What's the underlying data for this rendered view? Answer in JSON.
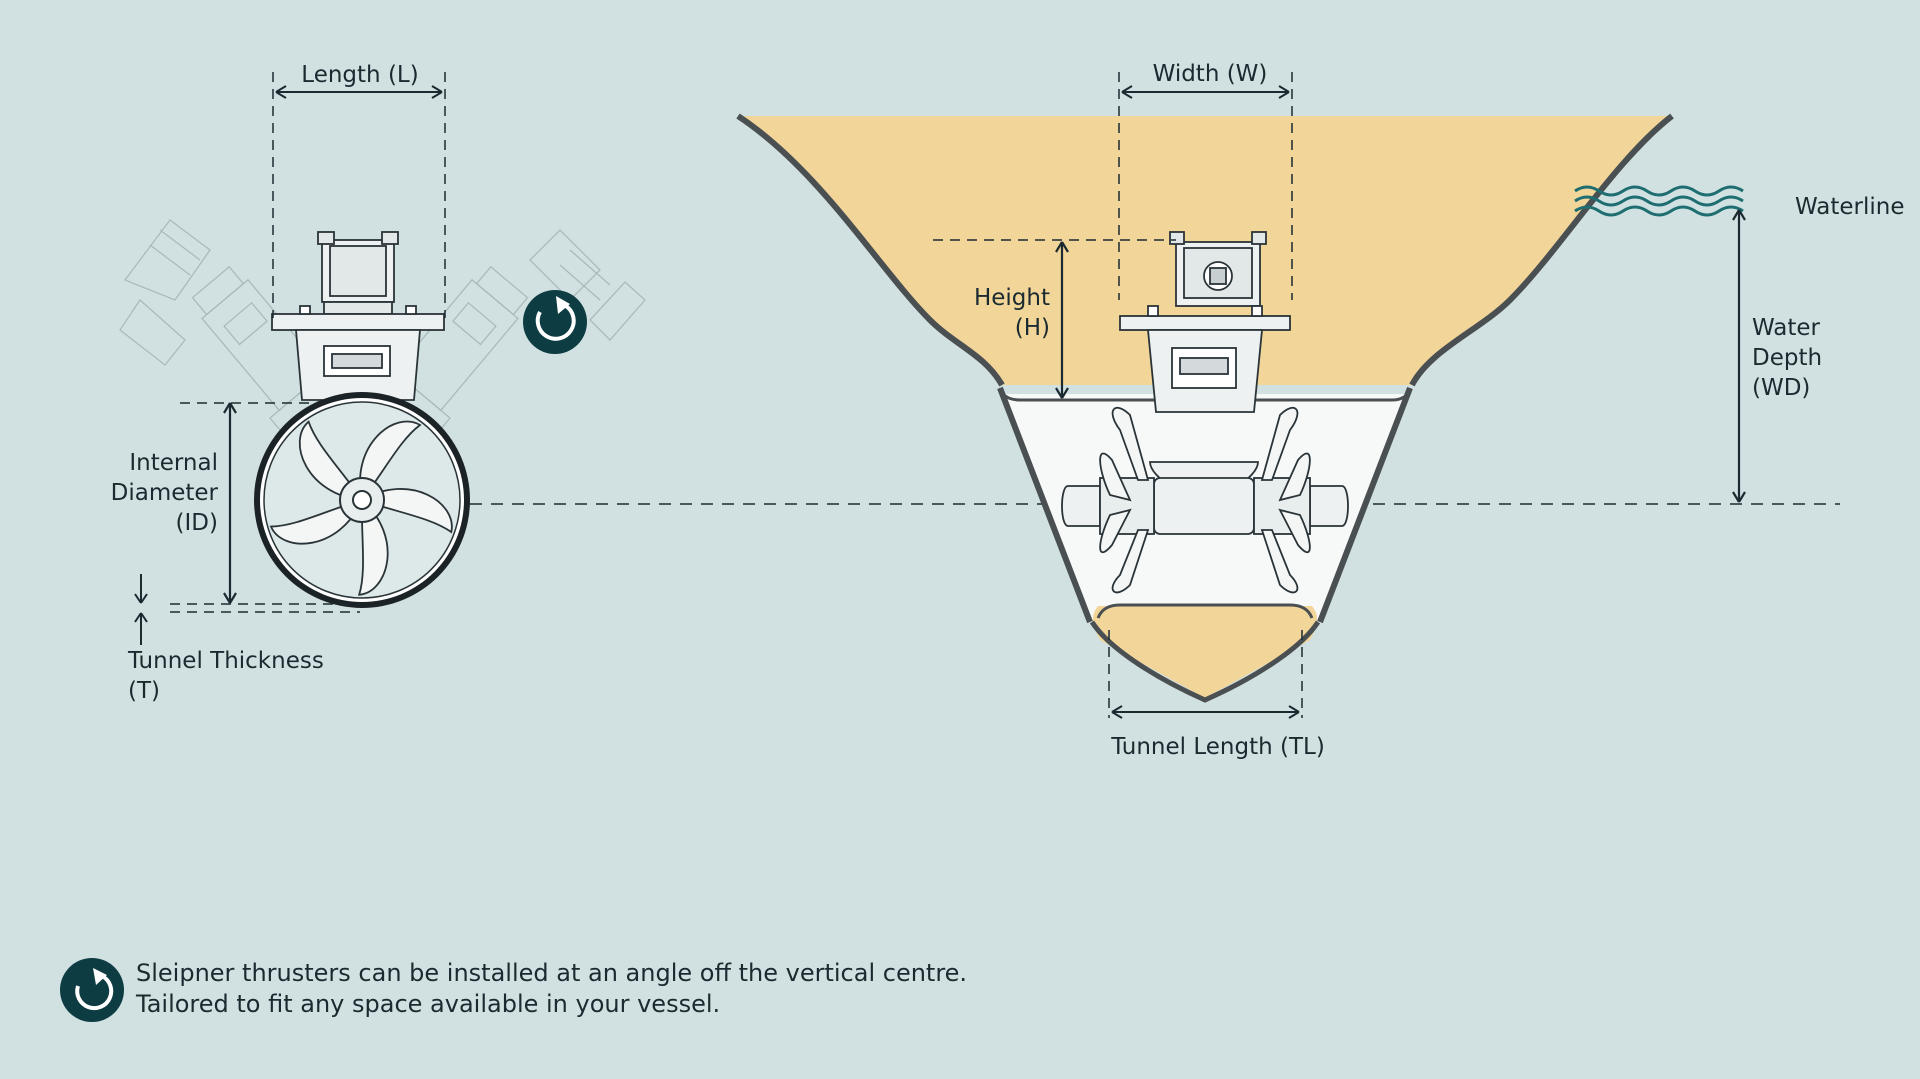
{
  "labels": {
    "length": "Length (L)",
    "width": "Width (W)",
    "height_1": "Height",
    "height_2": "(H)",
    "waterline": "Waterline",
    "water_depth_1": "Water",
    "water_depth_2": "Depth",
    "water_depth_3": "(WD)",
    "internal_diameter_1": "Internal",
    "internal_diameter_2": "Diameter",
    "internal_diameter_3": "(ID)",
    "tunnel_thickness_1": "Tunnel Thickness",
    "tunnel_thickness_2": "(T)",
    "tunnel_length": "Tunnel Length (TL)"
  },
  "footer": {
    "line1": "Sleipner thrusters can be installed at an angle off the vertical centre.",
    "line2": "Tailored to fit any space available in your vessel."
  },
  "icons": {
    "rotate": "rotate-icon"
  },
  "colors": {
    "background": "#d1e1e2",
    "hull_fill": "#f2d598",
    "dark_teal": "#0d3d42",
    "water_wave": "#1e6d70",
    "line": "#1b2a30"
  }
}
